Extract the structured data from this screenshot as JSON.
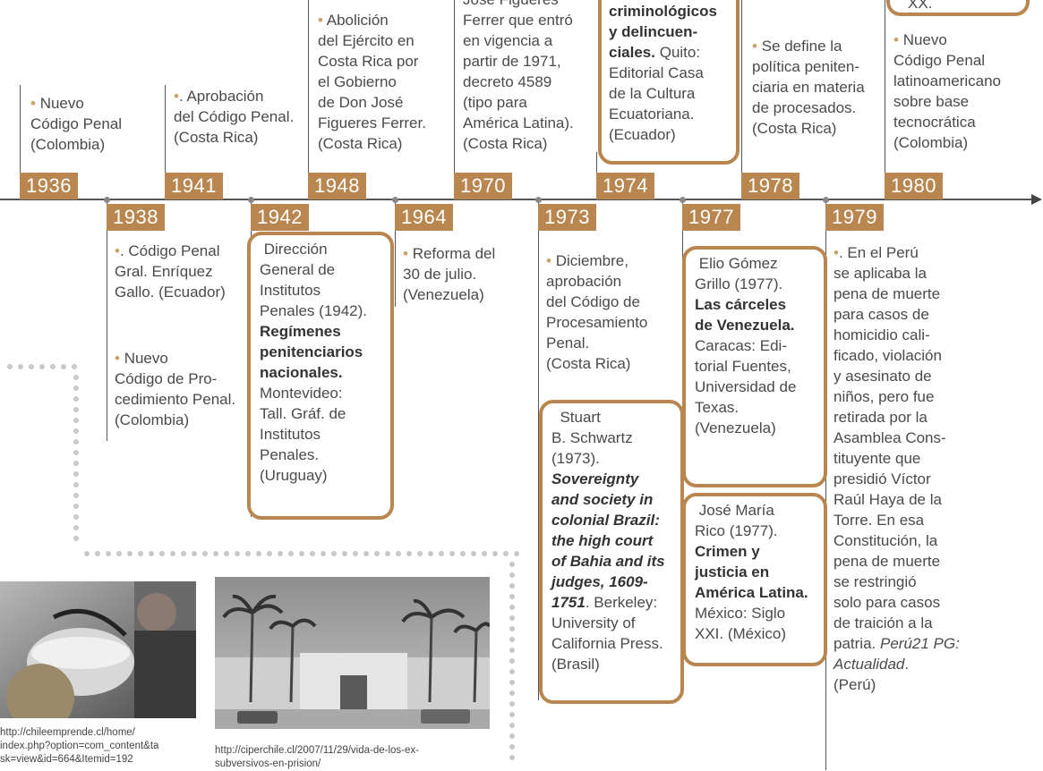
{
  "years": {
    "y1936": "1936",
    "y1938": "1938",
    "y1941": "1941",
    "y1942": "1942",
    "y1948": "1948",
    "y1964": "1964",
    "y1970": "1970",
    "y1973": "1973",
    "y1974": "1974",
    "y1977": "1977",
    "y1978": "1978",
    "y1979": "1979",
    "y1980": "1980"
  },
  "events": {
    "e1936": [
      "Nuevo",
      "Código Penal",
      "(Colombia)"
    ],
    "e1938a": [
      ". Código Penal",
      "Gral. Enríquez",
      "Gallo. (Ecuador)"
    ],
    "e1938b": [
      "Nuevo",
      "Código de Pro-",
      "cedimiento Penal.",
      "(Colombia)"
    ],
    "e1941": [
      ". Aprobación",
      "del Código Penal.",
      "(Costa Rica)"
    ],
    "e1942": {
      "pre": [
        "Dirección",
        "General de",
        "Institutos",
        "Penales (1942)."
      ],
      "title": [
        "Regímenes",
        "penitenciarios",
        "nacionales."
      ],
      "post": [
        "Montevideo:",
        "Tall. Gráf. de",
        "Institutos",
        "Penales.",
        "(Uruguay)"
      ]
    },
    "e1948": [
      "Abolición",
      "del Ejército en",
      "Costa Rica por",
      "el Gobierno",
      "de Don José",
      "Figueres Ferrer.",
      "(Costa Rica)"
    ],
    "e1964": [
      "Reforma del",
      "30 de julio.",
      "(Venezuela)"
    ],
    "e1970": [
      "José Figueres",
      "Ferrer que entró",
      "en vigencia a",
      "partir de 1971,",
      "decreto 4589",
      "(tipo para",
      "América Latina).",
      "(Costa Rica)"
    ],
    "e1973a": [
      "Diciembre,",
      "aprobación",
      "del Código de",
      "Procesamiento",
      "Penal.",
      "(Costa Rica)"
    ],
    "e1973b": {
      "pre": [
        "Stuart",
        "B. Schwartz",
        "(1973)."
      ],
      "title": [
        "Sovereignty",
        "and society in",
        "colonial Brazil:",
        "the high court",
        "of Bahia and its",
        "judges, 1609-",
        "1751"
      ],
      "post": [
        ". Berkeley:",
        "University of",
        "California Press.",
        "(Brasil)"
      ]
    },
    "e1974": {
      "title": [
        "criminológicos",
        "y delincuen-",
        "ciales."
      ],
      "post": [
        " Quito:",
        "Editorial Casa",
        "de la Cultura",
        "Ecuatoriana.",
        "(Ecuador)"
      ]
    },
    "e1977a": {
      "pre": [
        "Elio Gómez",
        "Grillo (1977)."
      ],
      "title": [
        "Las cárceles",
        "de Venezuela."
      ],
      "post": [
        "Caracas: Edi-",
        "torial Fuentes,",
        "Universidad de",
        "Texas.",
        "(Venezuela)"
      ]
    },
    "e1977b": {
      "pre": [
        "José María",
        "Rico (1977)."
      ],
      "title": [
        "Crimen y",
        "justicia en",
        "América Latina."
      ],
      "post": [
        "México: Siglo",
        "XXI. (México)"
      ]
    },
    "e1978": [
      "Se define la",
      "política peniten-",
      "ciaria en materia",
      "de procesados.",
      "(Costa Rica)"
    ],
    "e1979": [
      ". En el Perú",
      "se aplicaba la",
      "pena de muerte",
      "para casos de",
      "homicidio cali-",
      "ficado, violación",
      "y asesinato de",
      "niños, pero fue",
      "retirada por la",
      "Asamblea Cons-",
      "tituyente que",
      "presidió Víctor",
      "Raúl Haya de la",
      "Torre. En esa",
      "Constitución, la",
      "pena de muerte",
      "se restringió",
      "solo para casos",
      "de traición a la",
      "patria."
    ],
    "e1979_source": "Perú21 PG: Actualidad",
    "e1979_end": "(Perú)",
    "e1980top": "XX.",
    "e1980": [
      "Nuevo",
      "Código Penal",
      "latinoamericano",
      "sobre base",
      "tecnocrática",
      "(Colombia)"
    ]
  },
  "captions": {
    "photo1": [
      "http://chileemprende.cl/home/",
      "index.php?option=com_content&ta",
      "sk=view&id=664&Itemid=192"
    ],
    "photo2": [
      "http://ciperchile.cl/2007/11/29/vida-de-los-ex-",
      "subversivos-en-prision/"
    ]
  },
  "colors": {
    "accent": "#b8864e",
    "bullet": "#c9a06a",
    "text": "#4a4a4a"
  }
}
